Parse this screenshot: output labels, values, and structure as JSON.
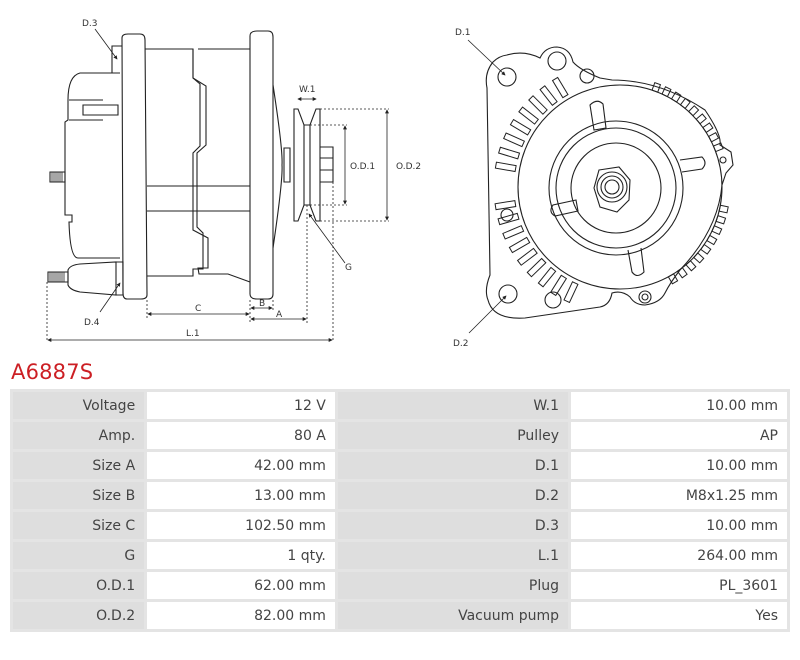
{
  "product": {
    "code": "A6887S",
    "title_color": "#cc1f24"
  },
  "drawing": {
    "side_view_labels": {
      "d3": "D.3",
      "d4": "D.4",
      "w1": "W.1",
      "od1": "O.D.1",
      "od2": "O.D.2",
      "g": "G",
      "c": "C",
      "b": "B",
      "a": "A",
      "l1": "L.1"
    },
    "front_view_labels": {
      "d1": "D.1",
      "d2": "D.2"
    }
  },
  "specs": {
    "rows": [
      {
        "left_label": "Voltage",
        "left_value": "12 V",
        "right_label": "W.1",
        "right_value": "10.00 mm"
      },
      {
        "left_label": "Amp.",
        "left_value": "80 A",
        "right_label": "Pulley",
        "right_value": "AP"
      },
      {
        "left_label": "Size A",
        "left_value": "42.00 mm",
        "right_label": "D.1",
        "right_value": "10.00 mm"
      },
      {
        "left_label": "Size B",
        "left_value": "13.00 mm",
        "right_label": "D.2",
        "right_value": "M8x1.25 mm"
      },
      {
        "left_label": "Size C",
        "left_value": "102.50 mm",
        "right_label": "D.3",
        "right_value": "10.00 mm"
      },
      {
        "left_label": "G",
        "left_value": "1 qty.",
        "right_label": "L.1",
        "right_value": "264.00 mm"
      },
      {
        "left_label": "O.D.1",
        "left_value": "62.00 mm",
        "right_label": "Plug",
        "right_value": "PL_3601"
      },
      {
        "left_label": "O.D.2",
        "left_value": "82.00 mm",
        "right_label": "Vacuum pump",
        "right_value": "Yes"
      }
    ]
  }
}
